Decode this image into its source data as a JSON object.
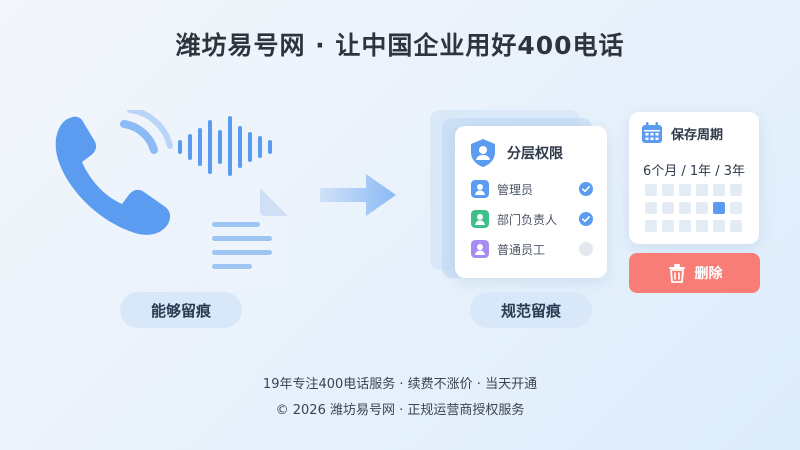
{
  "title": "潍坊易号网 · 让中国企业用好400电话",
  "left_label": "能够留痕",
  "right_label": "规范留痕",
  "permissions": {
    "title": "分层权限",
    "rows": [
      {
        "label": "管理员",
        "checked": true,
        "color": "#5b9cf0"
      },
      {
        "label": "部门负责人",
        "checked": true,
        "color": "#3fbf8a"
      },
      {
        "label": "普通员工",
        "checked": false,
        "color": "#a68cf0"
      }
    ]
  },
  "retention": {
    "title": "保存周期",
    "period": "6个月 / 1年 / 3年"
  },
  "delete_label": "删除",
  "footer": {
    "line1": "19年专注400电话服务 · 续费不涨价 · 当天开通",
    "line2": "© 2026 潍坊易号网 · 正规运营商授权服务"
  },
  "colors": {
    "accent": "#5b9cf0",
    "danger": "#f77d76"
  }
}
